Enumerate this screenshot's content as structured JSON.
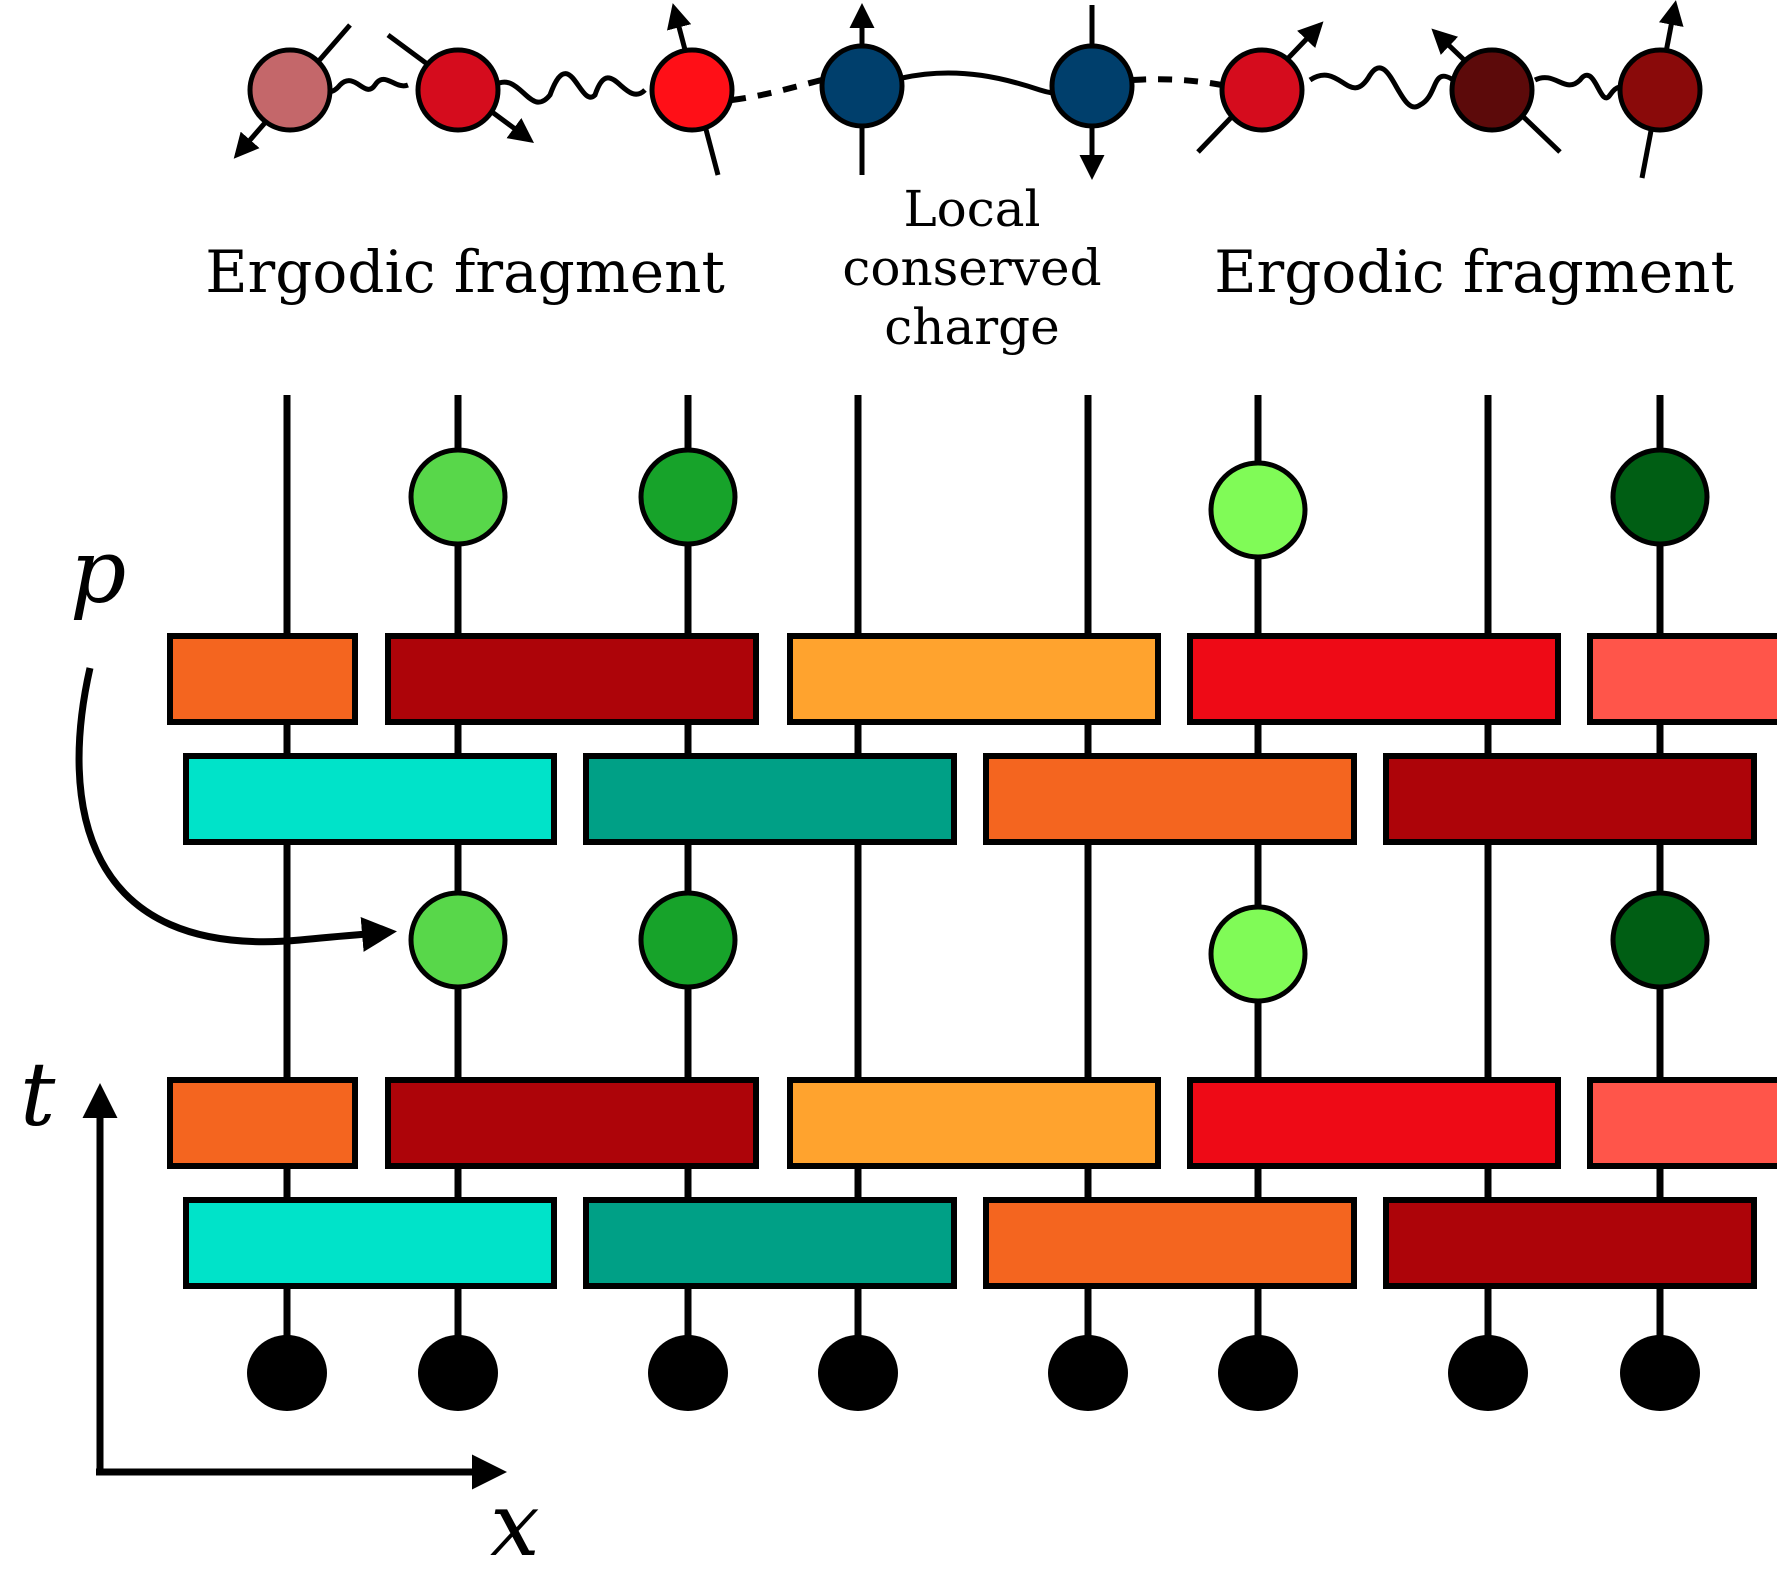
{
  "labels": {
    "left_fragment": "Ergodic fragment",
    "right_fragment": "Ergodic fragment",
    "charge_line1": "Local",
    "charge_line2": "conserved",
    "charge_line3": "charge",
    "p_symbol": "p",
    "t_axis": "t",
    "x_axis": "x"
  },
  "colors": {
    "spin_chain": [
      "#c4676a",
      "#d50c1d",
      "#ff0f17",
      "#003f6c",
      "#003f6c",
      "#d50c1d",
      "#5c0a0a",
      "#8a0a0a"
    ],
    "gate_row_upper": [
      "#f4651f",
      "#ad0409",
      "#ffa32e",
      "#ee0a16",
      "#ff554a"
    ],
    "gate_row_lower": [
      "#00e3c9",
      "#00a086",
      "#f4651f",
      "#ad0409"
    ],
    "phases": [
      "#58d74a",
      "#17a32a",
      "#80fb57",
      "#005e14"
    ],
    "initial_state": "#000000"
  }
}
